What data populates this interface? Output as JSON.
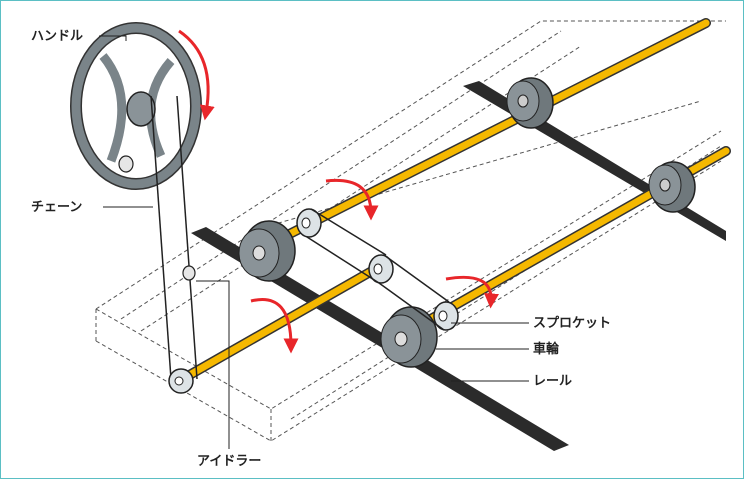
{
  "labels": {
    "handle": "ハンドル",
    "chain": "チェーン",
    "idler": "アイドラー",
    "sprocket": "スプロケット",
    "wheel": "車輪",
    "rail": "レール"
  },
  "colors": {
    "frame_border": "#5bbfc4",
    "axle": "#f5b800",
    "arrow": "#e8262a",
    "metal": "#7a8489",
    "rail": "#2b2b2b"
  }
}
